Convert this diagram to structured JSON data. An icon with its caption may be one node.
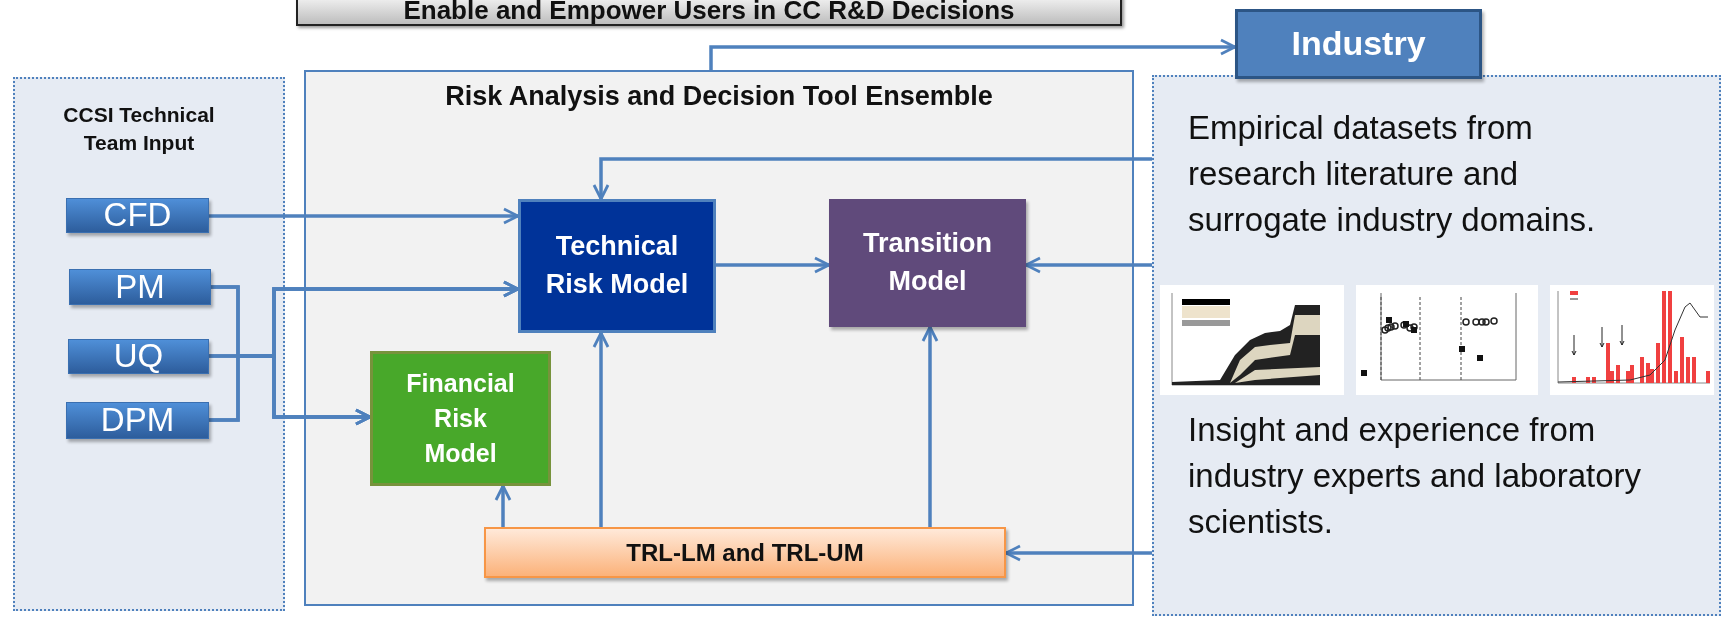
{
  "diagram": {
    "title": "Enable and Empower Users in CC R&D Decisions",
    "nodes": [
      {
        "text": [
          "CCSI Technical Team Input"
        ]
      },
      {
        "text": [
          "CFD"
        ],
        "in": 0
      },
      {
        "text": [
          "PM"
        ],
        "in": 0
      },
      {
        "text": [
          "UQ"
        ],
        "in": 0
      },
      {
        "text": [
          "DPM"
        ],
        "in": 0
      },
      {
        "text": [
          "Risk Analysis and Decision Tool Ensemble"
        ]
      },
      {
        "text": [
          "Technical Risk Model"
        ],
        "in": 5
      },
      {
        "text": [
          "Transition Model"
        ],
        "in": 5
      },
      {
        "text": [
          "Financial Risk Model"
        ],
        "in": 5
      },
      {
        "text": [
          "TRL-LM and TRL-UM"
        ],
        "in": 5
      },
      {
        "text": [
          "Industry"
        ]
      },
      {
        "text": [
          "Empirical datasets from research literature and surrogate industry domains.",
          "Insight and experience from industry experts and laboratory scientists."
        ]
      }
    ],
    "edges": [
      {
        "from": 1,
        "to": 6,
        "arrow": "to"
      },
      {
        "from": 2,
        "to": 6,
        "arrow": "to"
      },
      {
        "from": 2,
        "to": 8,
        "arrow": "to"
      },
      {
        "from": 3,
        "to": 6,
        "arrow": "to"
      },
      {
        "from": 3,
        "to": 8,
        "arrow": "to"
      },
      {
        "from": 4,
        "to": 6,
        "arrow": "to"
      },
      {
        "from": 4,
        "to": 8,
        "arrow": "to"
      },
      {
        "from": 6,
        "to": 7,
        "arrow": "to"
      },
      {
        "from": 11,
        "to": 6,
        "arrow": "to"
      },
      {
        "from": 11,
        "to": 7,
        "arrow": "to"
      },
      {
        "from": 11,
        "to": 9,
        "arrow": "to"
      },
      {
        "from": 9,
        "to": 8,
        "arrow": "to"
      },
      {
        "from": 9,
        "to": 6,
        "arrow": "to"
      },
      {
        "from": 9,
        "to": 7,
        "arrow": "to"
      },
      {
        "from": 5,
        "to": 10,
        "arrow": "to"
      }
    ]
  }
}
